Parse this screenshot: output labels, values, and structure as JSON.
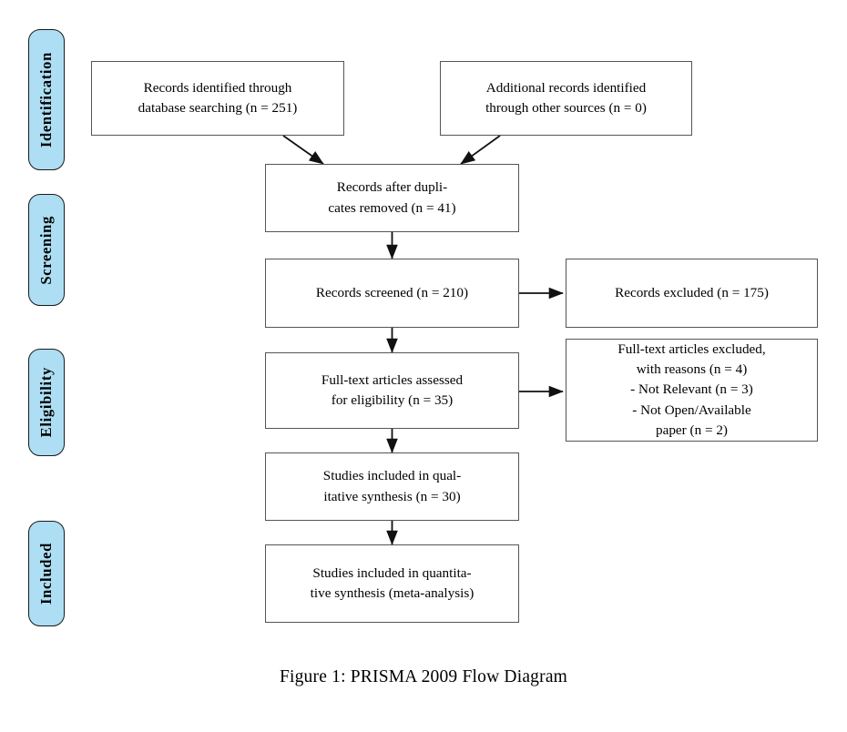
{
  "figure": {
    "caption": "Figure 1: PRISMA 2009 Flow Diagram",
    "accent_color": "#addef3",
    "box_border_color": "#555555",
    "badge_border_color": "#1a1a1a",
    "text_color": "#000000",
    "background_color": "#ffffff"
  },
  "stages": [
    {
      "id": "identification",
      "label": "Identification"
    },
    {
      "id": "screening",
      "label": "Screening"
    },
    {
      "id": "eligibility",
      "label": "Eligibility"
    },
    {
      "id": "included",
      "label": "Included"
    }
  ],
  "boxes": {
    "records_database": {
      "text": "Records identified through\ndatabase searching (n = 251)",
      "count": 251
    },
    "records_other_sources": {
      "text": "Additional records identified\nthrough other sources (n = 0)",
      "count": 0
    },
    "duplicates_removed": {
      "text": "Records after dupli-\ncates removed (n = 41)",
      "count": 41
    },
    "records_screened": {
      "text": "Records screened (n = 210)",
      "count": 210
    },
    "records_excluded": {
      "text": "Records excluded (n = 175)",
      "count": 175
    },
    "fulltext_assessed": {
      "text": "Full-text articles assessed\nfor eligibility (n = 35)",
      "count": 35
    },
    "fulltext_excluded": {
      "text": "Full-text articles excluded,\nwith reasons (n = 4)\n- Not Relevant (n = 3)\n- Not Open/Available\npaper (n = 2)",
      "count": 4,
      "reasons": [
        {
          "label": "Not Relevant",
          "count": 3
        },
        {
          "label": "Not Open/Available paper",
          "count": 2
        }
      ]
    },
    "qualitative_synthesis": {
      "text": "Studies included in qual-\nitative synthesis (n = 30)",
      "count": 30
    },
    "quantitative_synthesis": {
      "text": "Studies included in quantita-\ntive synthesis (meta-analysis)",
      "count": null
    }
  }
}
